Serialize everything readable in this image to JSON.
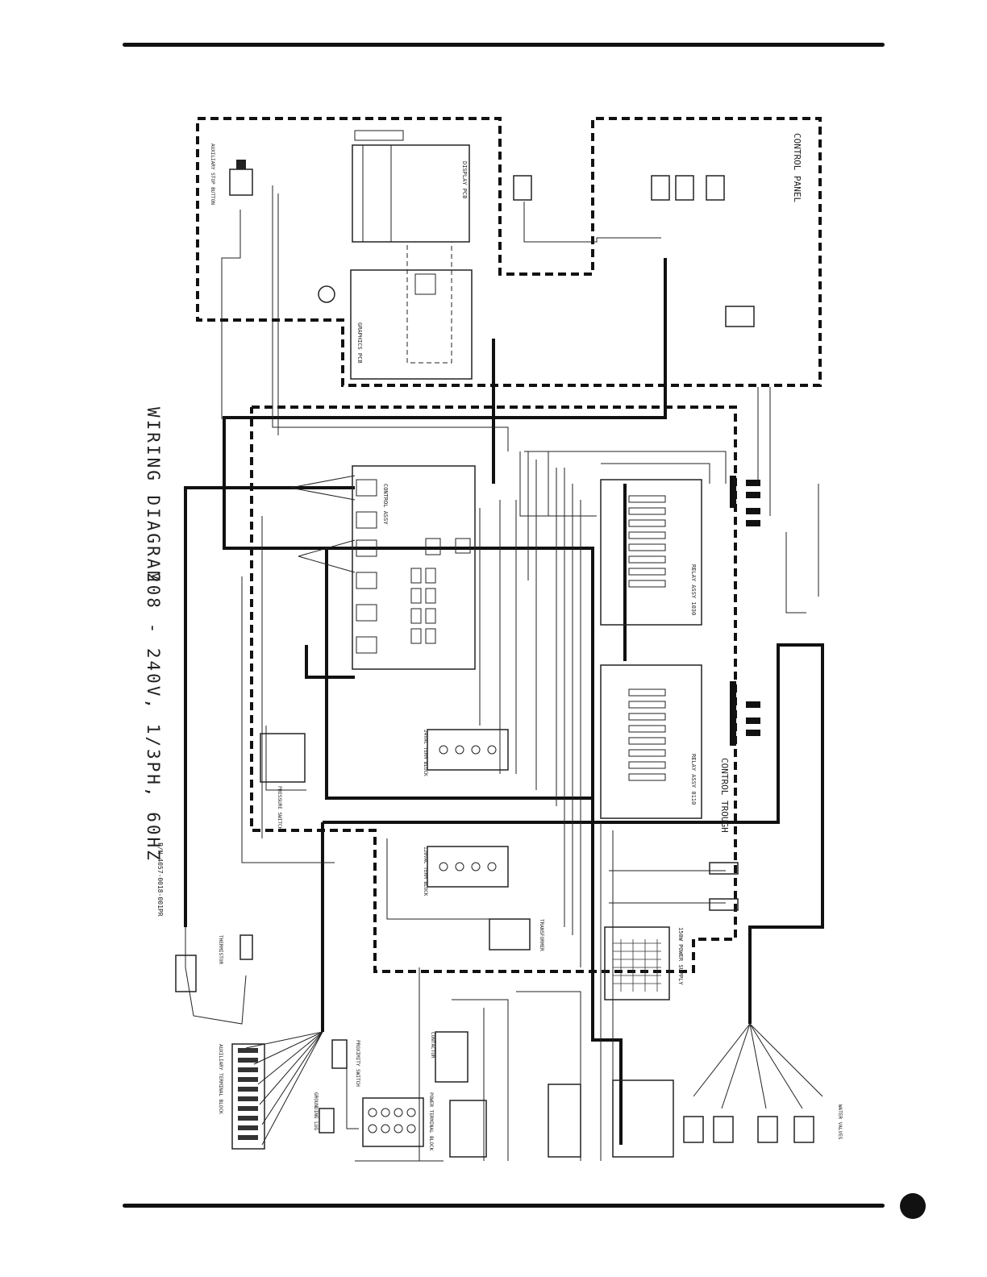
{
  "diagram": {
    "title": "WIRING DIAGRAM",
    "voltage": "208 - 240V, 1/3PH, 60HZ",
    "part_number": "P/N 4057-0018-001PR",
    "labels": {
      "control_panel": "CONTROL PANEL",
      "control_trough": "CONTROL TROUGH",
      "auxiliary_stop_button": "AUXILIARY STOP BUTTON",
      "display_pcb": "DISPLAY PCB",
      "graphics_pcb": "GRAPHICS PCB",
      "control_assy": "CONTROL ASSY",
      "relay_assy_1": "RELAY ASSY 1030",
      "relay_assy_2": "RELAY ASSY 0110",
      "power_supply": "150W POWER SUPPLY",
      "terminal_block_1": "24VAC TERM BLOCK",
      "terminal_block_2": "120VAC TERM BLOCK",
      "proximity_switch": "PROXIMITY SWITCH",
      "power_terminal_block": "POWER TERMINAL BLOCK",
      "auxiliary_terminal_block": "AUXILIARY TERMINAL BLOCK",
      "grounding_lug": "GROUNDING LUG",
      "thermistor": "THERMISTOR",
      "water_valves": "WATER VALVES",
      "transformer": "TRANSFORMER",
      "pressure_switch": "PRESSURE SWITCH",
      "contactor": "CONTACTOR"
    }
  }
}
